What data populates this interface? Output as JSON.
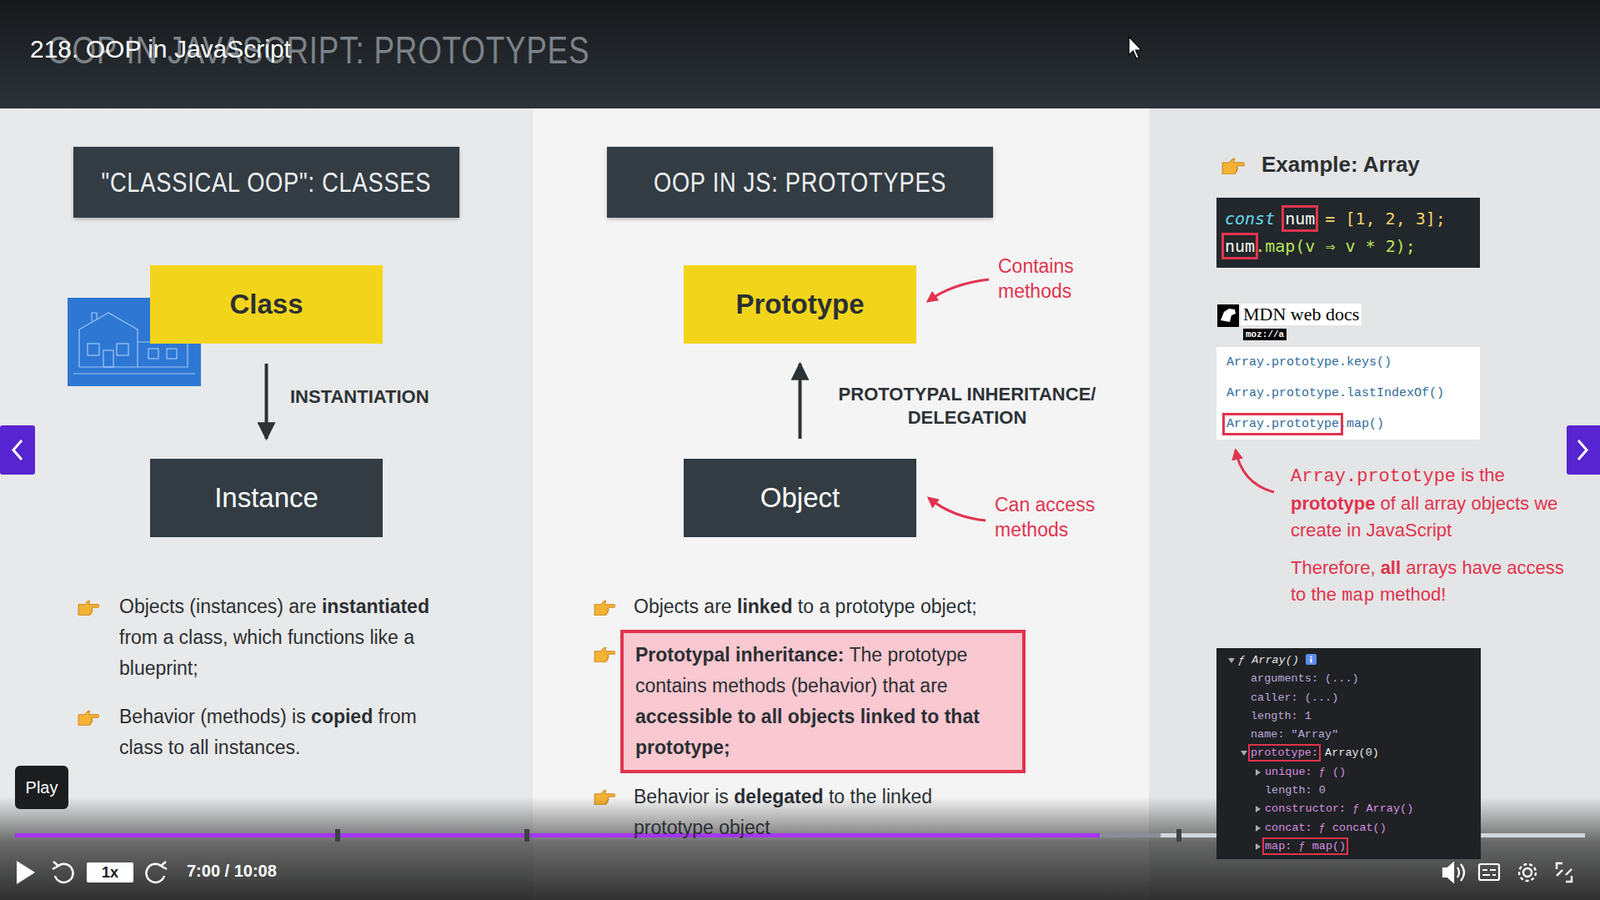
{
  "diagram": {
    "title": "218. OOP in JavaScript",
    "nodes": [
      {
        "text": [
          "\"CLASSICAL OOP\": CLASSES"
        ]
      },
      {
        "text": [
          "Class"
        ]
      },
      {
        "text": [
          "Instance"
        ]
      },
      {
        "text": [
          "OOP IN JS: PROTOTYPES"
        ]
      },
      {
        "text": [
          "Prototype"
        ]
      },
      {
        "text": [
          "Object"
        ]
      },
      {
        "text": [
          "Prototypal inheritance:",
          "The prototype contains methods (behavior) that are",
          "accessible to all objects linked to that prototype;"
        ]
      },
      {
        "text": [
          "const",
          "num",
          "= [1, 2, 3];",
          "num",
          ".map(v ⇒ v * 2);"
        ]
      },
      {
        "text": [
          "Array.prototype.keys()",
          "Array.prototype.lastIndexOf()",
          "Array.prototype",
          ".map()"
        ]
      },
      {
        "text": [
          "ƒ Array()",
          "arguments: (...)",
          "caller: (...)",
          "length: 1",
          "name: \"Array\"",
          "prototype:",
          "Array(0)",
          "unique: ƒ ()",
          "length: 0",
          "constructor: ƒ Array()",
          "concat: ƒ concat()",
          "map: ƒ map()"
        ]
      },
      {
        "text": [
          "Play"
        ]
      },
      {
        "text": [
          "1x"
        ]
      }
    ],
    "edges": [
      {
        "from": 1,
        "to": 2,
        "arrow": "to",
        "label": "INSTANTIATION"
      },
      {
        "from": 5,
        "to": 4,
        "arrow": "to",
        "label": "PROTOTYPAL INHERITANCE/ DELEGATION"
      }
    ],
    "labels": [
      "OOP IN JAVASCRIPT: PROTOTYPES",
      "Objects (instances) are",
      "instantiated",
      "from a class, which functions like a blueprint;",
      "Behavior (methods) is",
      "copied",
      "from class to all instances.",
      "Contains methods",
      "Can access methods",
      "Objects are",
      "linked",
      "to a prototype object;",
      "Behavior is",
      "delegated",
      "to the linked prototype object",
      "Example: Array",
      "MDN web docs",
      "moz://a",
      "Array.prototype",
      "is the",
      "prototype",
      "of all array objects we create in JavaScript",
      "Therefore,",
      "all",
      "arrays have access to the",
      "map",
      "method!",
      "7:00 / 10:08"
    ]
  }
}
